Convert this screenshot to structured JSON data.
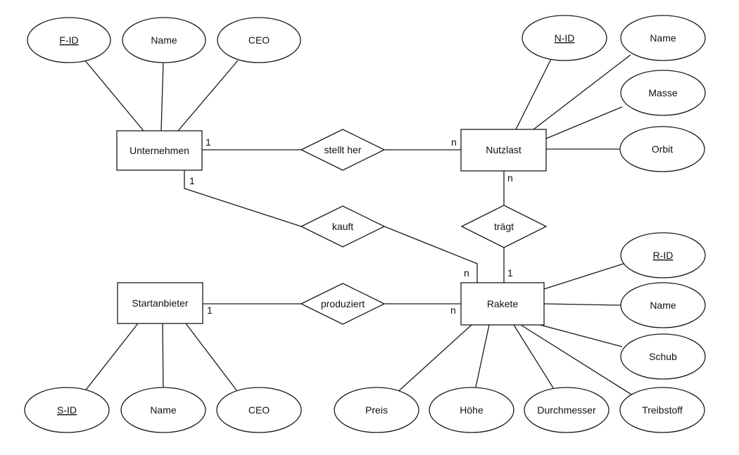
{
  "entities": {
    "unternehmen": "Unternehmen",
    "nutzlast": "Nutzlast",
    "startanbieter": "Startanbieter",
    "rakete": "Rakete"
  },
  "relationships": {
    "stellt_her": "stellt her",
    "kauft": "kauft",
    "traegt": "trägt",
    "produziert": "produziert"
  },
  "attributes": {
    "unternehmen": [
      "F-ID",
      "Name",
      "CEO"
    ],
    "nutzlast": [
      "N-ID",
      "Name",
      "Masse",
      "Orbit"
    ],
    "startanbieter": [
      "S-ID",
      "Name",
      "CEO"
    ],
    "rakete": [
      "R-ID",
      "Name",
      "Schub",
      "Treibstoff",
      "Durchmesser",
      "Höhe",
      "Preis"
    ]
  },
  "cardinalities": {
    "unternehmen_stellt_her": "1",
    "nutzlast_stellt_her": "n",
    "unternehmen_kauft": "1",
    "rakete_kauft": "n",
    "nutzlast_traegt": "n",
    "rakete_traegt": "1",
    "startanbieter_produziert": "1",
    "rakete_produziert": "n"
  }
}
